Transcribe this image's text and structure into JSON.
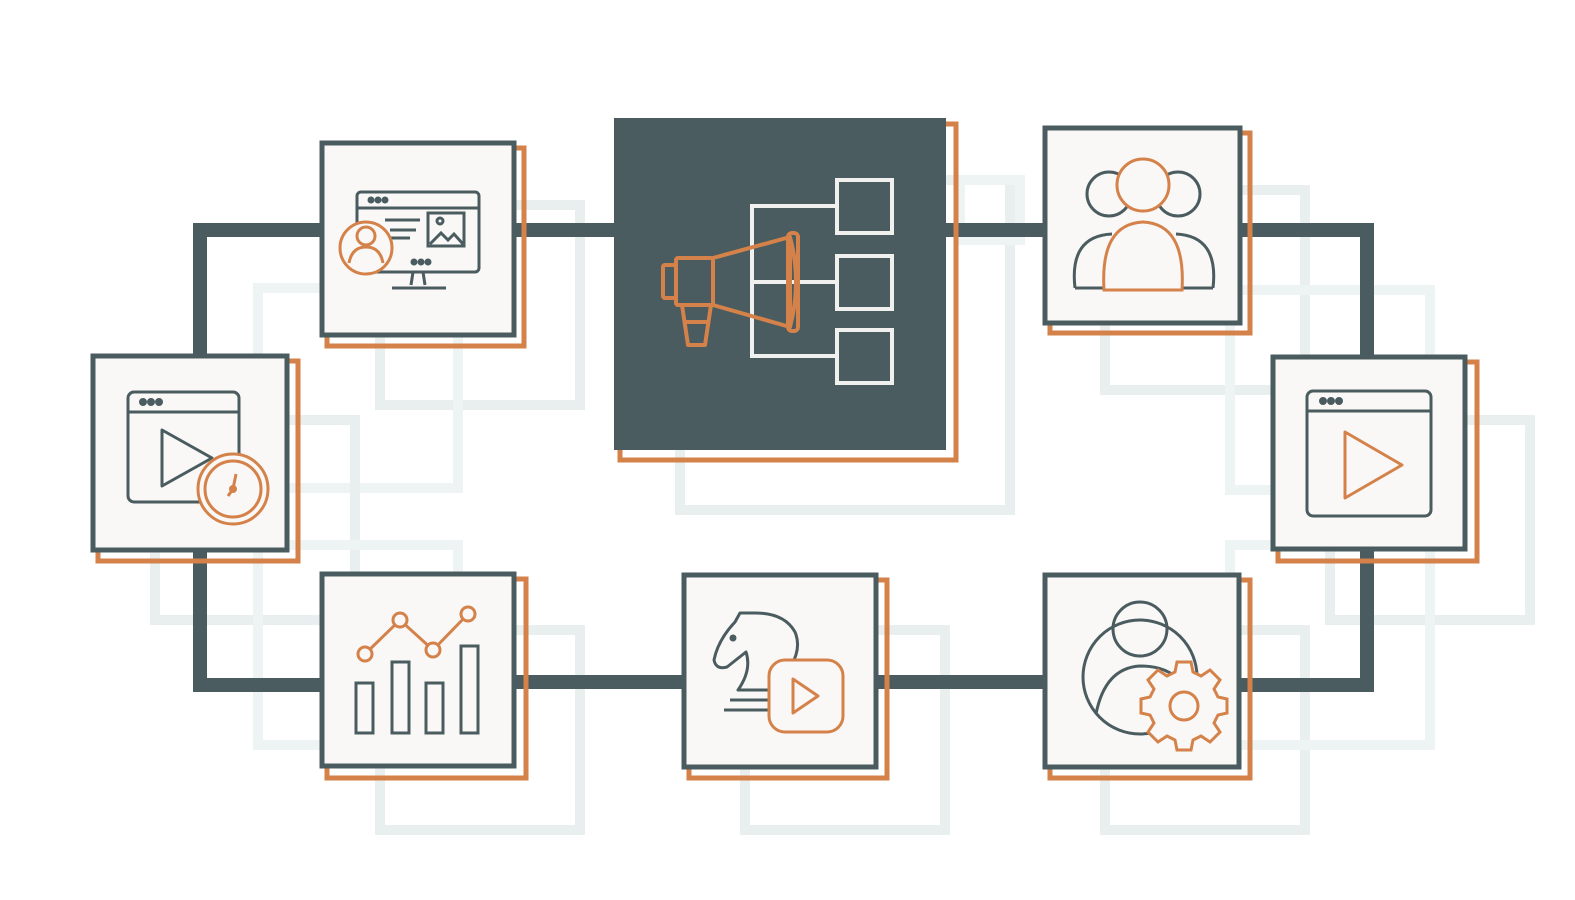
{
  "colors": {
    "dark": "#4a5c5f",
    "orange": "#d4824a",
    "tile_fill": "#f9f8f6",
    "background": "#ffffff",
    "ghost": "#e9efef"
  },
  "diagram": {
    "hub": {
      "icon": "megaphone-network-icon"
    },
    "nodes": [
      {
        "id": "top-left",
        "icon": "user-monitor-gallery-icon"
      },
      {
        "id": "top-right",
        "icon": "audience-group-icon"
      },
      {
        "id": "left",
        "icon": "video-timer-icon"
      },
      {
        "id": "right",
        "icon": "video-player-icon"
      },
      {
        "id": "bottom-left",
        "icon": "analytics-chart-icon"
      },
      {
        "id": "bottom-center",
        "icon": "strategy-chess-video-icon"
      },
      {
        "id": "bottom-right",
        "icon": "user-settings-icon"
      }
    ]
  }
}
